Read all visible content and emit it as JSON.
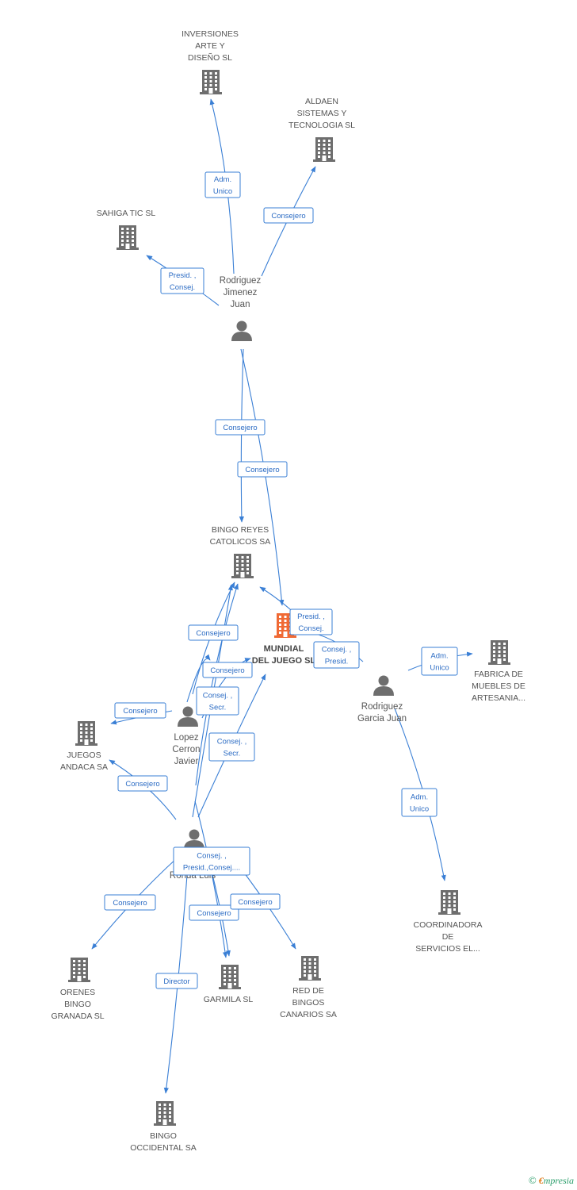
{
  "companies": [
    {
      "id": "inversiones",
      "lines": [
        "INVERSIONES",
        "ARTE Y",
        "DISEÑO SL"
      ]
    },
    {
      "id": "aldaen",
      "lines": [
        "ALDAEN",
        "SISTEMAS Y",
        "TECNOLOGIA SL"
      ]
    },
    {
      "id": "sahiga",
      "lines": [
        "SAHIGA TIC SL"
      ]
    },
    {
      "id": "bingo_reyes",
      "lines": [
        "BINGO REYES",
        "CATOLICOS SA"
      ]
    },
    {
      "id": "mundial",
      "lines": [
        "MUNDIAL",
        "DEL JUEGO SL"
      ],
      "main": true
    },
    {
      "id": "fabrica",
      "lines": [
        "FABRICA DE",
        "MUEBLES DE",
        "ARTESANIA..."
      ]
    },
    {
      "id": "juegos_andaca",
      "lines": [
        "JUEGOS",
        "ANDACA SA"
      ]
    },
    {
      "id": "coordinadora",
      "lines": [
        "COORDINADORA",
        "DE",
        "SERVICIOS EL..."
      ]
    },
    {
      "id": "orenes",
      "lines": [
        "ORENES",
        "BINGO",
        "GRANADA  SL"
      ]
    },
    {
      "id": "garmila",
      "lines": [
        "GARMILA SL"
      ]
    },
    {
      "id": "red_bingos",
      "lines": [
        "RED DE",
        "BINGOS",
        "CANARIOS SA"
      ]
    },
    {
      "id": "bingo_occidental",
      "lines": [
        "BINGO",
        "OCCIDENTAL SA"
      ]
    }
  ],
  "persons": [
    {
      "id": "rodriguez_jimenez",
      "lines": [
        "Rodriguez",
        "Jimenez",
        "Juan"
      ]
    },
    {
      "id": "rodriguez_garcia",
      "lines": [
        "Rodriguez",
        "Garcia Juan"
      ]
    },
    {
      "id": "lopez_cerron",
      "lines": [
        "Lopez",
        "Cerron",
        "Javier"
      ]
    },
    {
      "id": "ronda_luis",
      "lines": [
        "Ronda Luis"
      ]
    }
  ],
  "relations": [
    {
      "id": "r1",
      "lines": [
        "Adm.",
        "Unico"
      ]
    },
    {
      "id": "r2",
      "lines": [
        "Consejero"
      ]
    },
    {
      "id": "r3",
      "lines": [
        "Presid. ,",
        "Consej."
      ]
    },
    {
      "id": "r4",
      "lines": [
        "Consejero"
      ]
    },
    {
      "id": "r5",
      "lines": [
        "Consejero"
      ]
    },
    {
      "id": "r6",
      "lines": [
        "Presid. ,",
        "Consej."
      ]
    },
    {
      "id": "r7",
      "lines": [
        "Consej. ,",
        "Presid."
      ]
    },
    {
      "id": "r8",
      "lines": [
        "Adm.",
        "Unico"
      ]
    },
    {
      "id": "r9",
      "lines": [
        "Consejero"
      ]
    },
    {
      "id": "r10",
      "lines": [
        "Consejero"
      ]
    },
    {
      "id": "r11",
      "lines": [
        "Consej. ,",
        "Secr."
      ]
    },
    {
      "id": "r12",
      "lines": [
        "Consejero"
      ]
    },
    {
      "id": "r13",
      "lines": [
        "Consej. ,",
        "Secr."
      ]
    },
    {
      "id": "r14",
      "lines": [
        "Consejero"
      ]
    },
    {
      "id": "r15",
      "lines": [
        "Adm.",
        "Unico"
      ]
    },
    {
      "id": "r16",
      "lines": [
        "Consej. ,",
        "Presid.,Consej...."
      ]
    },
    {
      "id": "r17",
      "lines": [
        "Consejero"
      ]
    },
    {
      "id": "r18",
      "lines": [
        "Consejero"
      ]
    },
    {
      "id": "r19",
      "lines": [
        "Consejero"
      ]
    },
    {
      "id": "r20",
      "lines": [
        "Director"
      ]
    }
  ],
  "colors": {
    "edge": "#3a7fd5",
    "company": "#6e6e6e",
    "main_company": "#f06a35",
    "person": "#6e6e6e"
  },
  "footer": {
    "copyright": "©",
    "brand_initial": "€",
    "brand_rest": "mpresia"
  }
}
